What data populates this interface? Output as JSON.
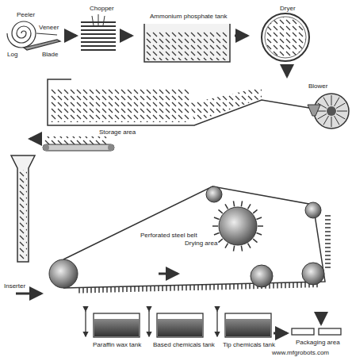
{
  "diagram": {
    "labels": [
      "Peeler",
      "Veneer",
      "Log",
      "Blade",
      "Chopper",
      "Ammonium phosphate tank",
      "Dryer",
      "Blower",
      "Storage area",
      "Perforated steel belt",
      "Drying area",
      "Inserter",
      "Paraffin wax tank",
      "Based chemicals tank",
      "Tip chemicals tank",
      "Packaging area",
      "www.mfgrobots.com"
    ]
  }
}
